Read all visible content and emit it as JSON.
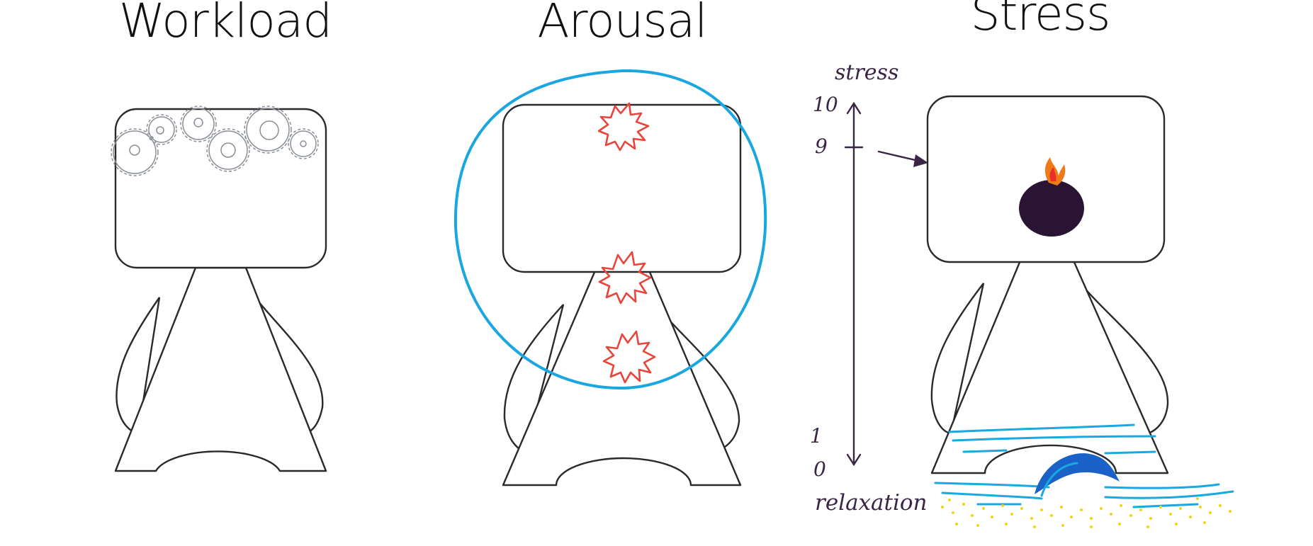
{
  "panels": [
    {
      "title": "Workload"
    },
    {
      "title": "Arousal"
    },
    {
      "title": "Stress"
    }
  ],
  "stress_scale": {
    "top_label": "stress",
    "bottom_label": "relaxation",
    "ticks": [
      "10",
      "9",
      "1",
      "0"
    ]
  },
  "colors": {
    "outline": "#2a2a2a",
    "gear": "#8a8f96",
    "aura": "#1aa7e0",
    "burst": "#e8453c",
    "bomb": "#2a1433",
    "water": "#19a8e0",
    "sand": "#f4d21c",
    "flame": "#f07a1a"
  },
  "icons": [
    "gear-icon",
    "burst-icon",
    "bomb-icon",
    "arrow-icon"
  ]
}
